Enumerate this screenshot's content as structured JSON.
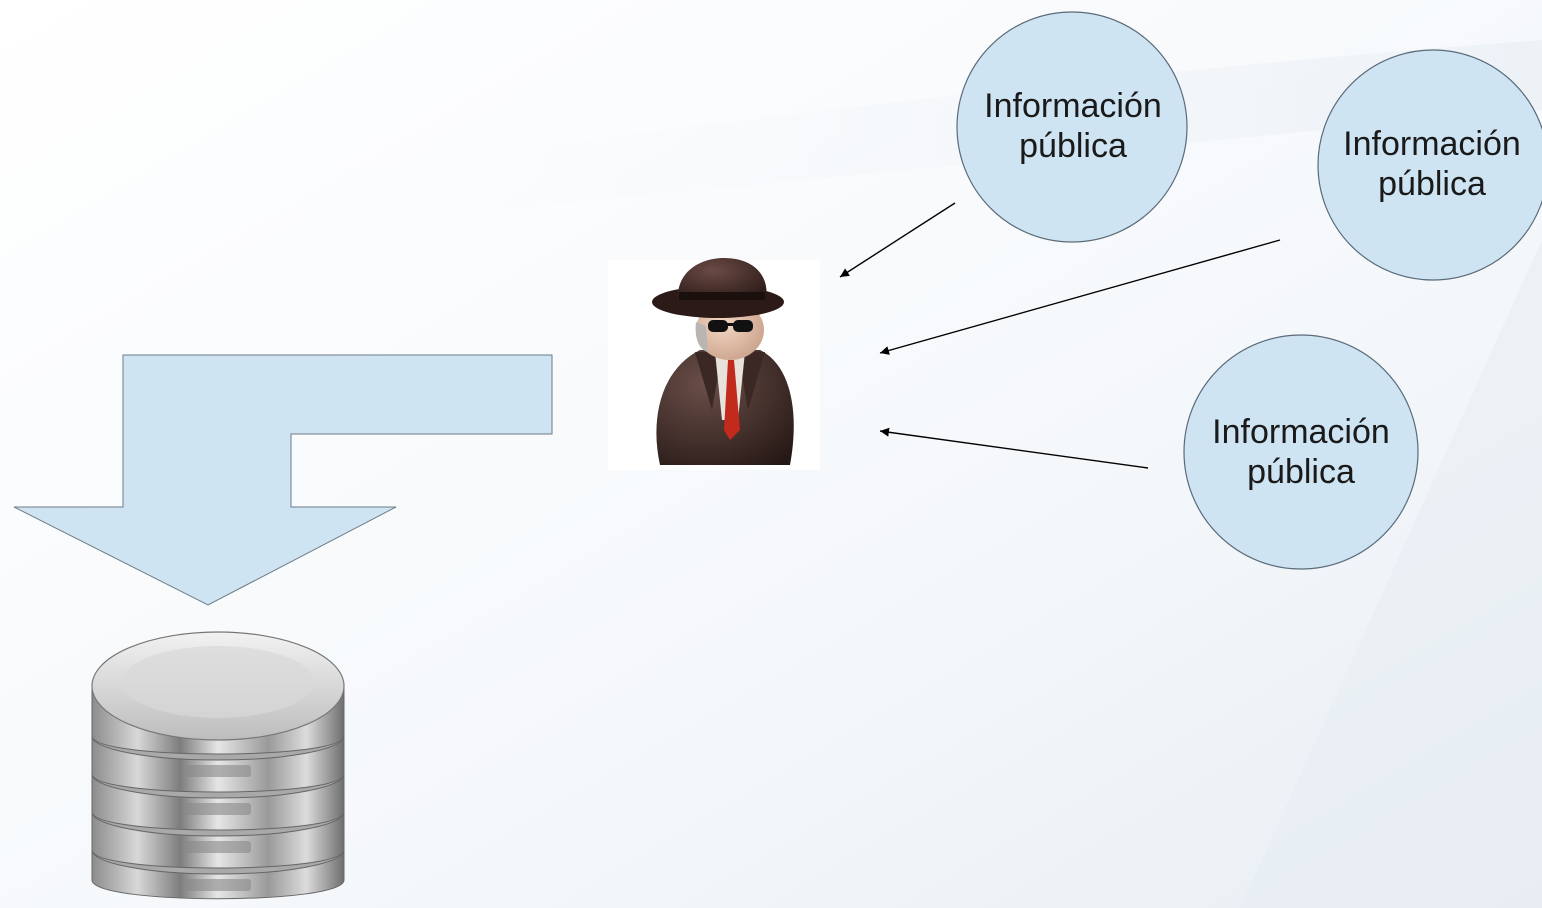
{
  "colors": {
    "background_top": "#ffffff",
    "background_bottom": "#eef3f8",
    "bubble_fill": "#cfe4f3",
    "bubble_stroke": "#5a6a78",
    "arrow_fill": "#cfe4f3",
    "connector": "#000000"
  },
  "nodes": {
    "info_1": {
      "label": "Información pública"
    },
    "info_2": {
      "label": "Información pública"
    },
    "info_3": {
      "label": "Información pública"
    },
    "spy": {
      "icon": "spy-icon"
    },
    "database": {
      "icon": "database-icon"
    }
  },
  "edges": [
    {
      "from": "info_1",
      "to": "spy"
    },
    {
      "from": "info_2",
      "to": "spy"
    },
    {
      "from": "info_3",
      "to": "spy"
    },
    {
      "from": "spy",
      "to": "database"
    }
  ]
}
